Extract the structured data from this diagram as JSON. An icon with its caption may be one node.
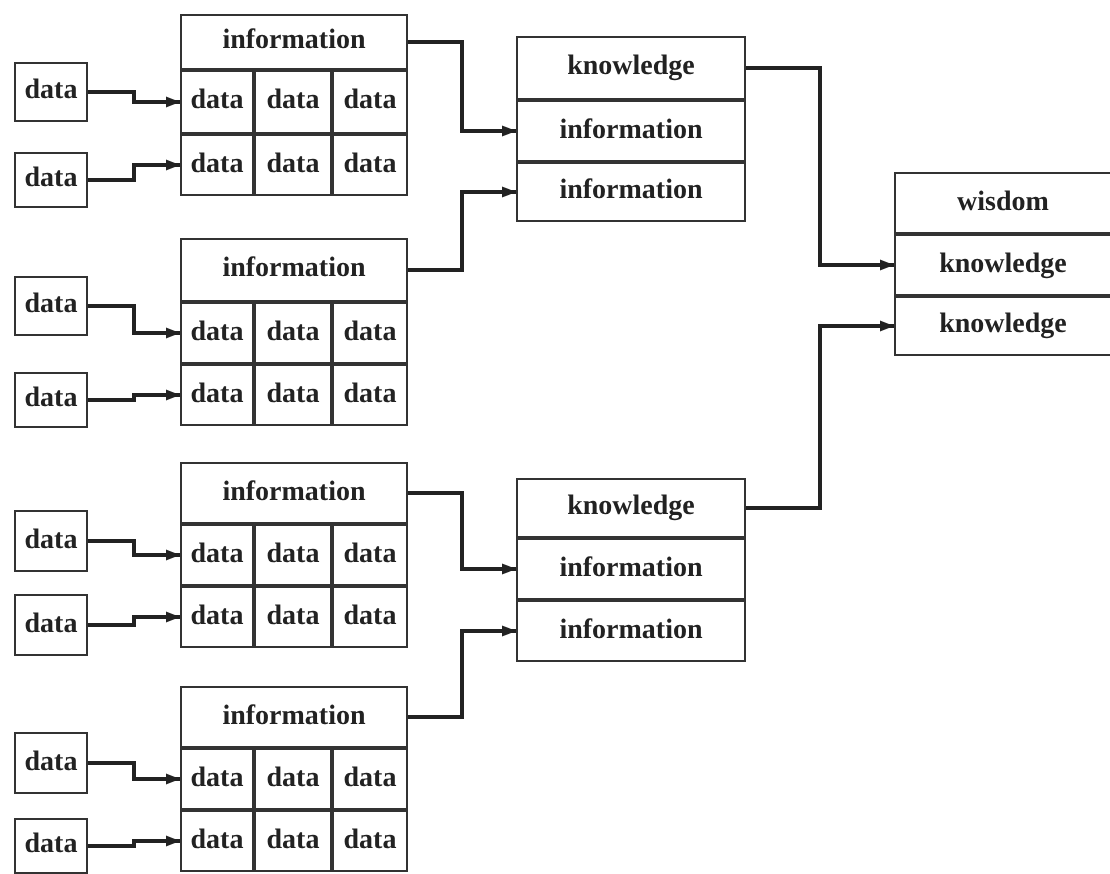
{
  "diagram": {
    "nodes": [
      {
        "text": [
          "information"
        ]
      },
      {
        "text": [
          "data"
        ]
      },
      {
        "text": [
          "data"
        ]
      },
      {
        "text": [
          "data"
        ]
      },
      {
        "text": [
          "data"
        ]
      },
      {
        "text": [
          "data"
        ]
      },
      {
        "text": [
          "data"
        ]
      },
      {
        "text": [
          "data"
        ]
      },
      {
        "text": [
          "data"
        ]
      },
      {
        "text": [
          "information"
        ]
      },
      {
        "text": [
          "data"
        ]
      },
      {
        "text": [
          "data"
        ]
      },
      {
        "text": [
          "data"
        ]
      },
      {
        "text": [
          "data"
        ]
      },
      {
        "text": [
          "data"
        ]
      },
      {
        "text": [
          "data"
        ]
      },
      {
        "text": [
          "data"
        ]
      },
      {
        "text": [
          "data"
        ]
      },
      {
        "text": [
          "information"
        ]
      },
      {
        "text": [
          "data"
        ]
      },
      {
        "text": [
          "data"
        ]
      },
      {
        "text": [
          "data"
        ]
      },
      {
        "text": [
          "data"
        ]
      },
      {
        "text": [
          "data"
        ]
      },
      {
        "text": [
          "data"
        ]
      },
      {
        "text": [
          "data"
        ]
      },
      {
        "text": [
          "data"
        ]
      },
      {
        "text": [
          "information"
        ]
      },
      {
        "text": [
          "data"
        ]
      },
      {
        "text": [
          "data"
        ]
      },
      {
        "text": [
          "data"
        ]
      },
      {
        "text": [
          "data"
        ]
      },
      {
        "text": [
          "data"
        ]
      },
      {
        "text": [
          "data"
        ]
      },
      {
        "text": [
          "data"
        ]
      },
      {
        "text": [
          "data"
        ]
      },
      {
        "text": [
          "knowledge"
        ]
      },
      {
        "text": [
          "information"
        ]
      },
      {
        "text": [
          "information"
        ]
      },
      {
        "text": [
          "wisdom"
        ]
      },
      {
        "text": [
          "knowledge"
        ]
      },
      {
        "text": [
          "knowledge"
        ]
      },
      {
        "text": [
          "knowledge"
        ]
      },
      {
        "text": [
          "information"
        ]
      },
      {
        "text": [
          "information"
        ]
      }
    ],
    "edges": [
      {
        "from": 1,
        "to": 2,
        "arrow": "to"
      },
      {
        "from": 5,
        "to": 6,
        "arrow": "to"
      },
      {
        "from": 10,
        "to": 11,
        "arrow": "to"
      },
      {
        "from": 14,
        "to": 15,
        "arrow": "to"
      },
      {
        "from": 19,
        "to": 20,
        "arrow": "to"
      },
      {
        "from": 23,
        "to": 24,
        "arrow": "to"
      },
      {
        "from": 28,
        "to": 29,
        "arrow": "to"
      },
      {
        "from": 32,
        "to": 33,
        "arrow": "to"
      },
      {
        "from": 0,
        "to": 37,
        "arrow": "to"
      },
      {
        "from": 9,
        "to": 38,
        "arrow": "to"
      },
      {
        "from": 18,
        "to": 43,
        "arrow": "to"
      },
      {
        "from": 27,
        "to": 44,
        "arrow": "to"
      },
      {
        "from": 36,
        "to": 40,
        "arrow": "to"
      },
      {
        "from": 42,
        "to": 41,
        "arrow": "to"
      }
    ]
  }
}
